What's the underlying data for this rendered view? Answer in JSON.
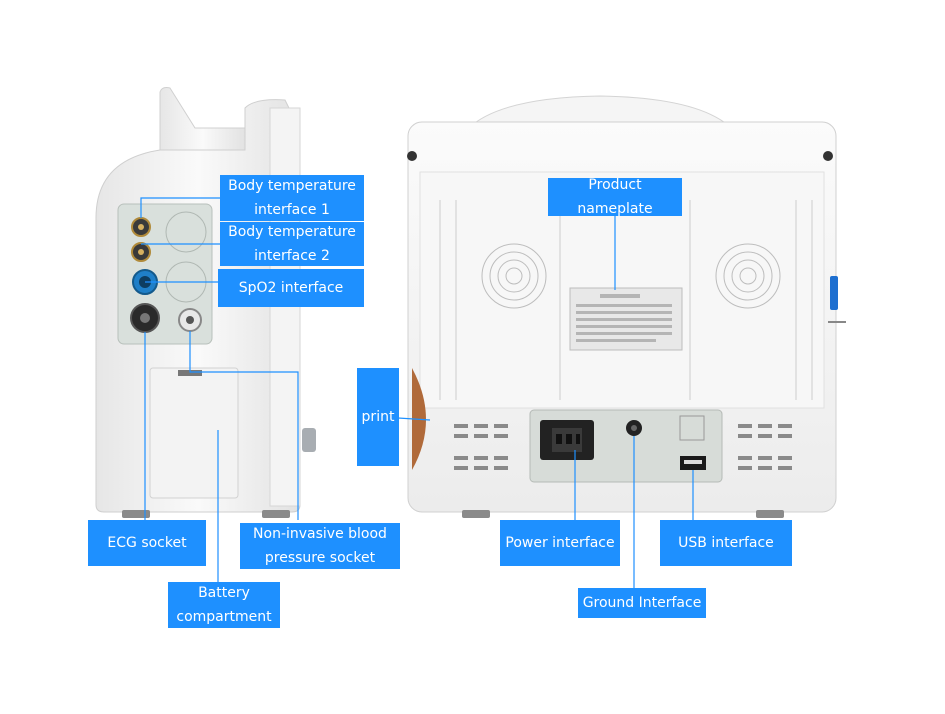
{
  "labels": {
    "body_temp_1": "Body temperature\ninterface  1",
    "body_temp_2": "Body temperature\ninterface  2",
    "spo2": "SpO2 interface",
    "ecg": "ECG socket",
    "nibp": "Non-invasive blood\npressure socket",
    "battery": "Battery\ncompartment",
    "print": "print",
    "nameplate": "Product nameplate",
    "power": "Power interface",
    "usb": "USB interface",
    "ground": "Ground Interface"
  },
  "colors": {
    "label_bg": "#1e90ff",
    "label_text": "#ffffff",
    "device_body": "#f2f2f2",
    "panel": "#d9e0dc",
    "leader_line": "#1e90ff"
  },
  "icons": [
    "temperature-port-icon",
    "spo2-port-icon",
    "ecg-port-icon",
    "nibp-port-icon",
    "power-socket-icon",
    "usb-port-icon",
    "ground-terminal-icon",
    "speaker-grille-icon"
  ]
}
